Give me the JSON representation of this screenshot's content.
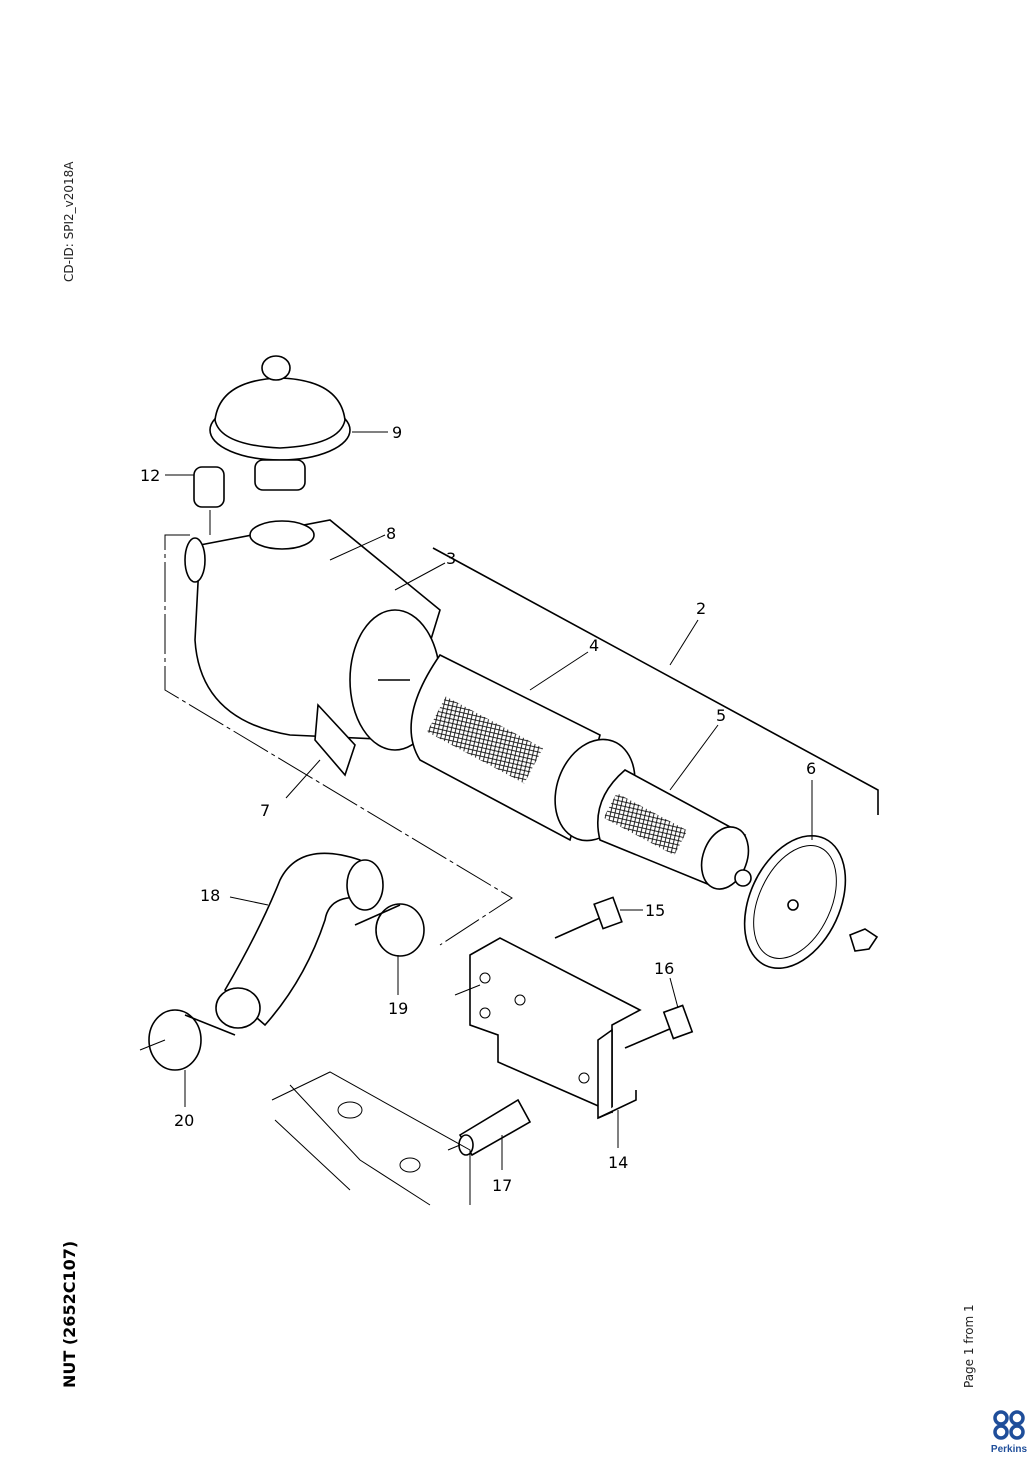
{
  "header": {
    "cd_id": "CD-ID: SPI2_v2018A"
  },
  "document": {
    "title": "NUT (2652C107)",
    "page_info": "Page 1 from 1"
  },
  "logo": {
    "brand": "Perkins",
    "color": "#1f4e9a"
  },
  "callouts": {
    "c2": "2",
    "c3": "3",
    "c4": "4",
    "c5": "5",
    "c6": "6",
    "c7": "7",
    "c8": "8",
    "c9": "9",
    "c12": "12",
    "c14": "14",
    "c15": "15",
    "c16": "16",
    "c17": "17",
    "c18": "18",
    "c19": "19",
    "c20": "20"
  }
}
